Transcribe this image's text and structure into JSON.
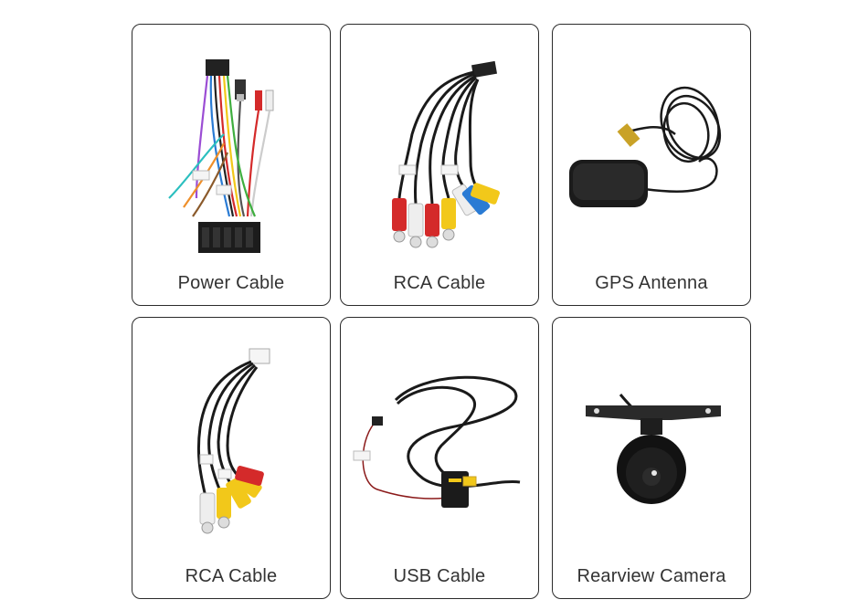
{
  "products": [
    {
      "label": "Power Cable",
      "icon": "power-cable-harness-image"
    },
    {
      "label": "RCA Cable",
      "icon": "rca-cable-image"
    },
    {
      "label": "GPS Antenna",
      "icon": "gps-antenna-image"
    },
    {
      "label": "RCA Cable",
      "icon": "rca-cable-image"
    },
    {
      "label": "USB Cable",
      "icon": "usb-cable-image"
    },
    {
      "label": "Rearview Camera",
      "icon": "rearview-camera-image"
    }
  ],
  "colors": {
    "border": "#2b2b2b",
    "text": "#333333",
    "rca_red": "#d42a2a",
    "rca_white": "#f2f2f2",
    "rca_yellow": "#f2c81a",
    "rca_blue": "#2a7bd4"
  }
}
